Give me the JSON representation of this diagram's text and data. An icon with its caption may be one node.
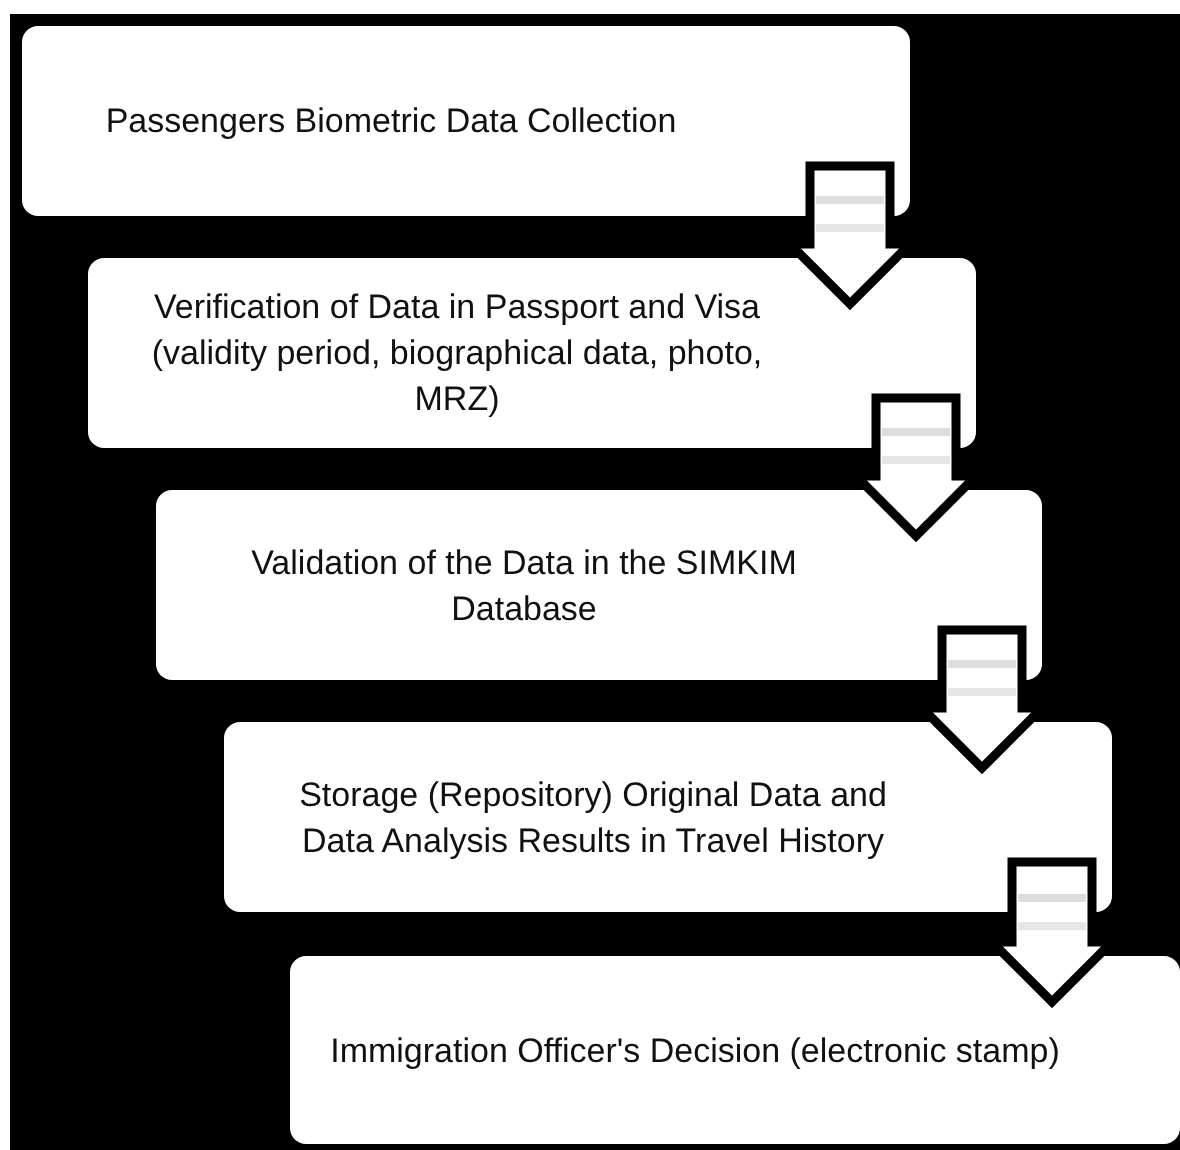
{
  "diagram": {
    "nodes": [
      {
        "text": [
          "Passengers Biometric Data Collection"
        ]
      },
      {
        "text": [
          "Verification of Data in Passport and Visa (validity period, biographical data, photo, MRZ)"
        ]
      },
      {
        "text": [
          "Validation of the Data in the SIMKIM Database"
        ]
      },
      {
        "text": [
          "Storage (Repository) Original Data and Data Analysis Results in Travel History"
        ]
      },
      {
        "text": [
          "Immigration Officer's Decision (electronic stamp)"
        ]
      }
    ],
    "edges": [
      {
        "from": 0,
        "to": 1,
        "arrow": "to"
      },
      {
        "from": 1,
        "to": 2,
        "arrow": "to"
      },
      {
        "from": 2,
        "to": 3,
        "arrow": "to"
      },
      {
        "from": 3,
        "to": 4,
        "arrow": "to"
      }
    ]
  }
}
